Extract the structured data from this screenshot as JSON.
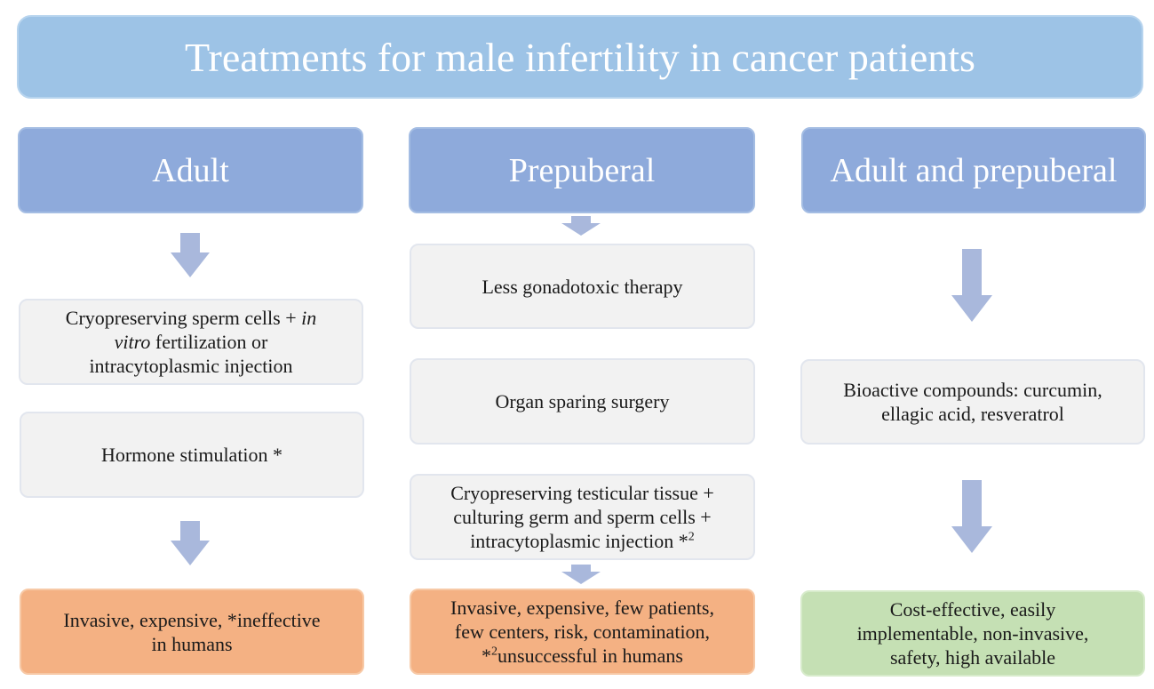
{
  "title": "Treatments for male infertility in cancer patients",
  "columns": {
    "adult": {
      "header": "Adult",
      "item1_a": "Cryopreserving sperm cells +",
      "item1_italic_1": "in",
      "item1_italic_2": "vitro",
      "item1_b": "fertilization  or",
      "item1_c": "intracytoplasmic injection",
      "item2": "Hormone stimulation  *",
      "outcome_line1": "Invasive, expensive, *ineffective",
      "outcome_line2": "in humans"
    },
    "prepuberal": {
      "header": "Prepuberal",
      "item1": "Less gonadotoxic therapy",
      "item2": "Organ sparing surgery",
      "item3_line1": "Cryopreserving testicular tissue +",
      "item3_line2": "culturing germ and sperm cells +",
      "item3_line3": "intracytoplasmic injection *",
      "item3_sup": "2",
      "outcome_line1": "Invasive, expensive,  few patients,",
      "outcome_line2": "few centers, risk, contamination,",
      "outcome_prefix": "*",
      "outcome_sup": "2",
      "outcome_line3": "unsuccessful in humans"
    },
    "both": {
      "header": "Adult and prepuberal",
      "item1_line1": "Bioactive  compounds: curcumin,",
      "item1_line2": "ellagic  acid,  resveratrol",
      "outcome_line1": "Cost-effective, easily",
      "outcome_line2": "implementable,  non-invasive,",
      "outcome_line3": "safety, high available"
    }
  },
  "colors": {
    "title_fill": "#9dc3e6",
    "header_fill": "#8eaadb",
    "content_fill": "#f2f2f2",
    "arrow_fill": "#a9b8dc",
    "outcome_negative": "#f4b183",
    "outcome_positive": "#c5e0b4"
  }
}
